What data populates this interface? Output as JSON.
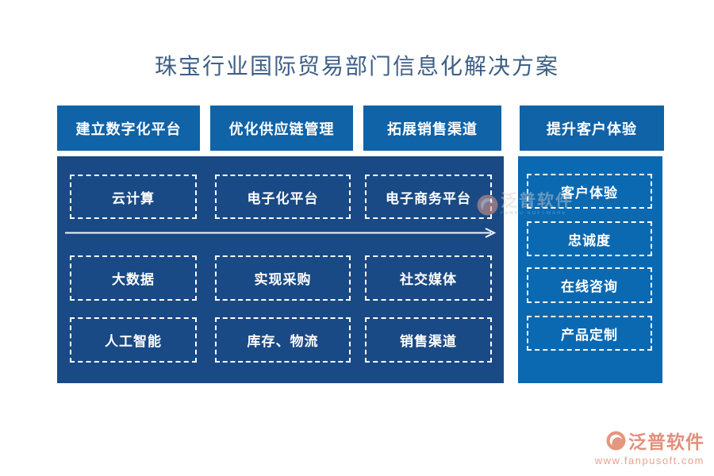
{
  "title": "珠宝行业国际贸易部门信息化解决方案",
  "colors": {
    "title_text": "#3F5F86",
    "pillar_blue": "#1063A7",
    "left_panel_blue": "#1A4A85",
    "right_panel_blue": "#0B69B1",
    "node_border": "#FFFFFF",
    "node_text": "#FFFFFF",
    "brand_salmon": "#E0907E"
  },
  "pillars": [
    {
      "label": "建立数字化平台"
    },
    {
      "label": "优化供应链管理"
    },
    {
      "label": "拓展销售渠道"
    },
    {
      "label": "提升客户体验"
    }
  ],
  "left_panel": {
    "rows": [
      {
        "items": [
          {
            "label": "云计算"
          },
          {
            "label": "电子化平台"
          },
          {
            "label": "电子商务平台"
          }
        ]
      },
      {
        "items": [
          {
            "label": "大数据"
          },
          {
            "label": "实现采购"
          },
          {
            "label": "社交媒体"
          }
        ]
      },
      {
        "items": [
          {
            "label": "人工智能"
          },
          {
            "label": "库存、物流"
          },
          {
            "label": "销售渠道"
          }
        ]
      }
    ]
  },
  "right_panel": {
    "items": [
      {
        "label": "客户体验"
      },
      {
        "label": "忠诚度"
      },
      {
        "label": "在线咨询"
      },
      {
        "label": "产品定制"
      }
    ]
  },
  "watermark": {
    "text": "泛普软件",
    "subtext": "FANPU SOFTWARE"
  },
  "footer": {
    "brand": "泛普软件",
    "url": "www.fanpusoft.com"
  }
}
